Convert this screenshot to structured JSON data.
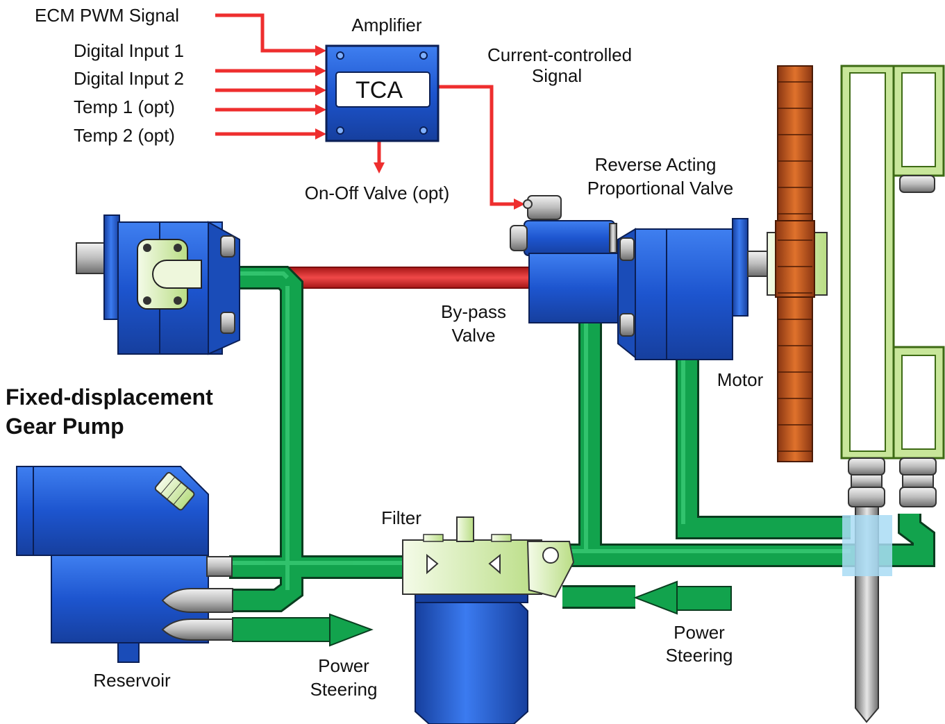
{
  "inputs": {
    "ecm_pwm": "ECM  PWM Signal",
    "digital_1": "Digital Input 1",
    "digital_2": "Digital Input 2",
    "temp_1": "Temp 1 (opt)",
    "temp_2": "Temp 2 (opt)"
  },
  "amplifier": {
    "title": "Amplifier",
    "box_label": "TCA",
    "output_line1": "Current-controlled",
    "output_line2": "Signal",
    "on_off_valve": "On-Off Valve (opt)"
  },
  "valve": {
    "line1": "Reverse Acting",
    "line2": "Proportional Valve"
  },
  "bypass": {
    "line1": "By-pass",
    "line2": "Valve"
  },
  "motor": {
    "label": "Motor"
  },
  "pump": {
    "line1": "Fixed-displacement",
    "line2": "Gear Pump"
  },
  "filter": {
    "label": "Filter"
  },
  "reservoir": {
    "label": "Reservoir"
  },
  "power_steering_left": {
    "line1": "Power",
    "line2": "Steering"
  },
  "power_steering_right": {
    "line1": "Power",
    "line2": "Steering"
  },
  "colors": {
    "signal_red": "#ee2e2e",
    "hose_green": "#0f9a48",
    "hose_red": "#e02a2a",
    "body_blue": "#1f5bd0",
    "fan_orange": "#c8581e",
    "cooler_green": "#92c83e"
  }
}
